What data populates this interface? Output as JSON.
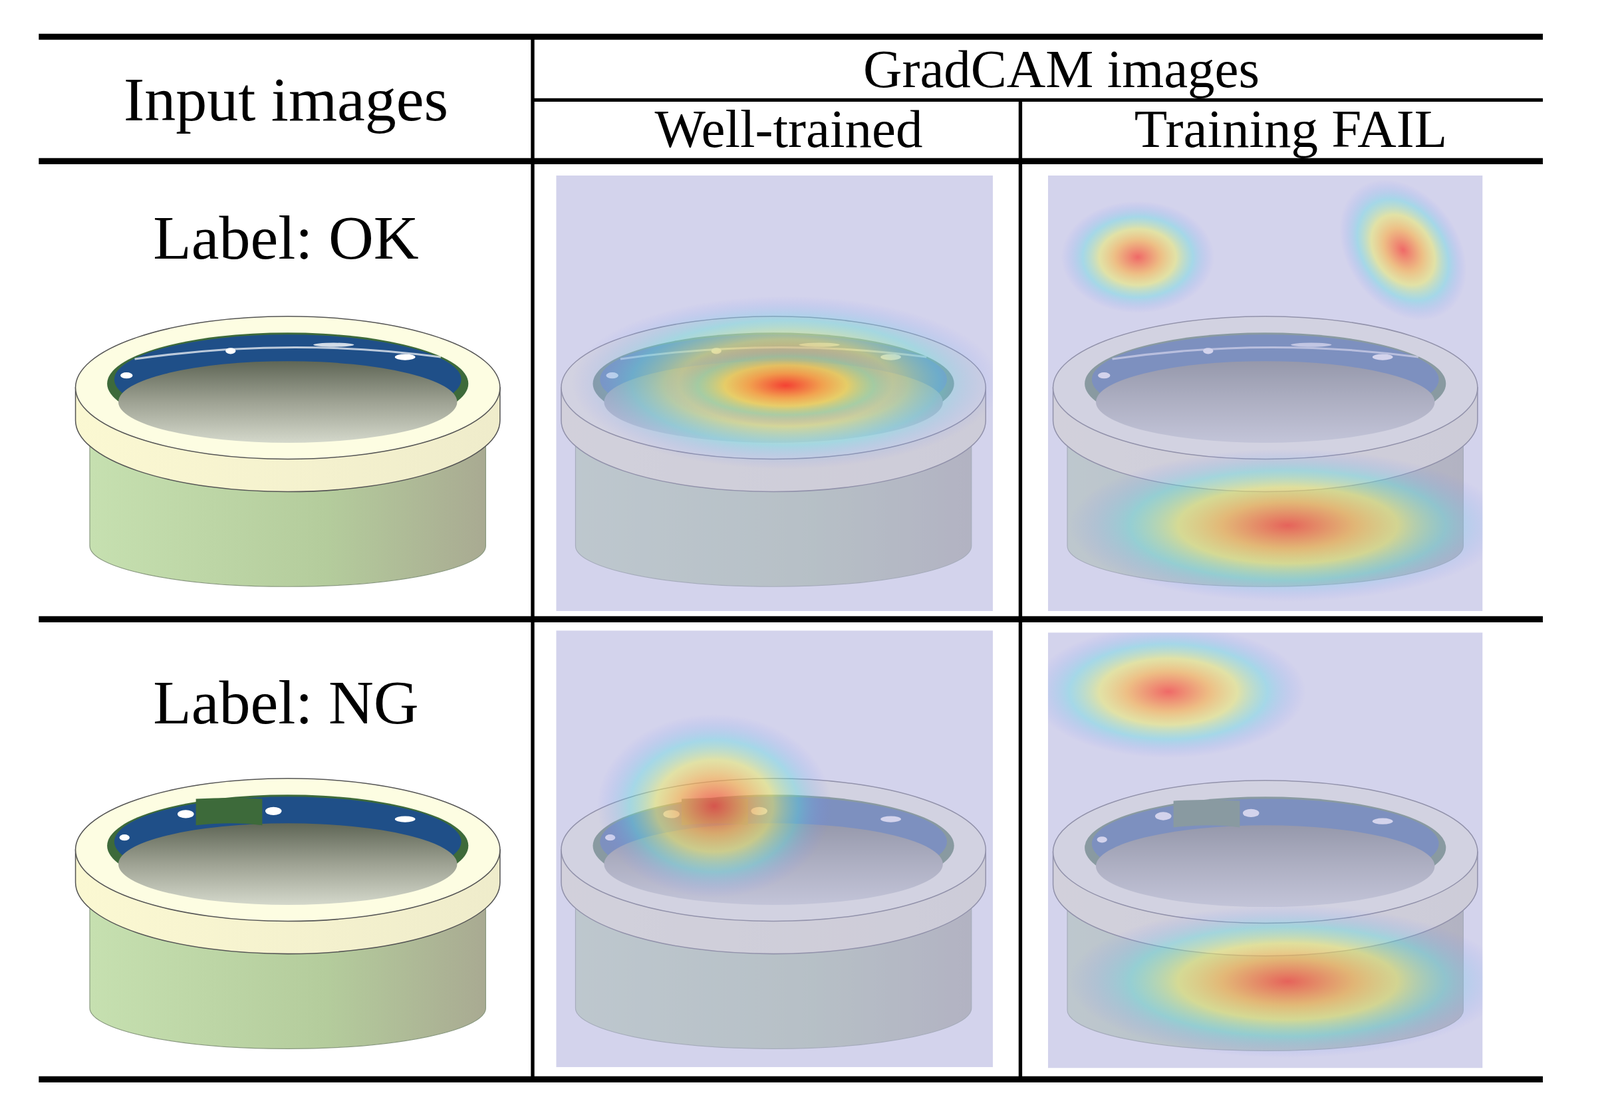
{
  "diagram": {
    "labels": [
      "Input images",
      "GradCAM images",
      "Well-trained",
      "Training FAIL",
      "Label: OK",
      "Label: NG"
    ]
  }
}
